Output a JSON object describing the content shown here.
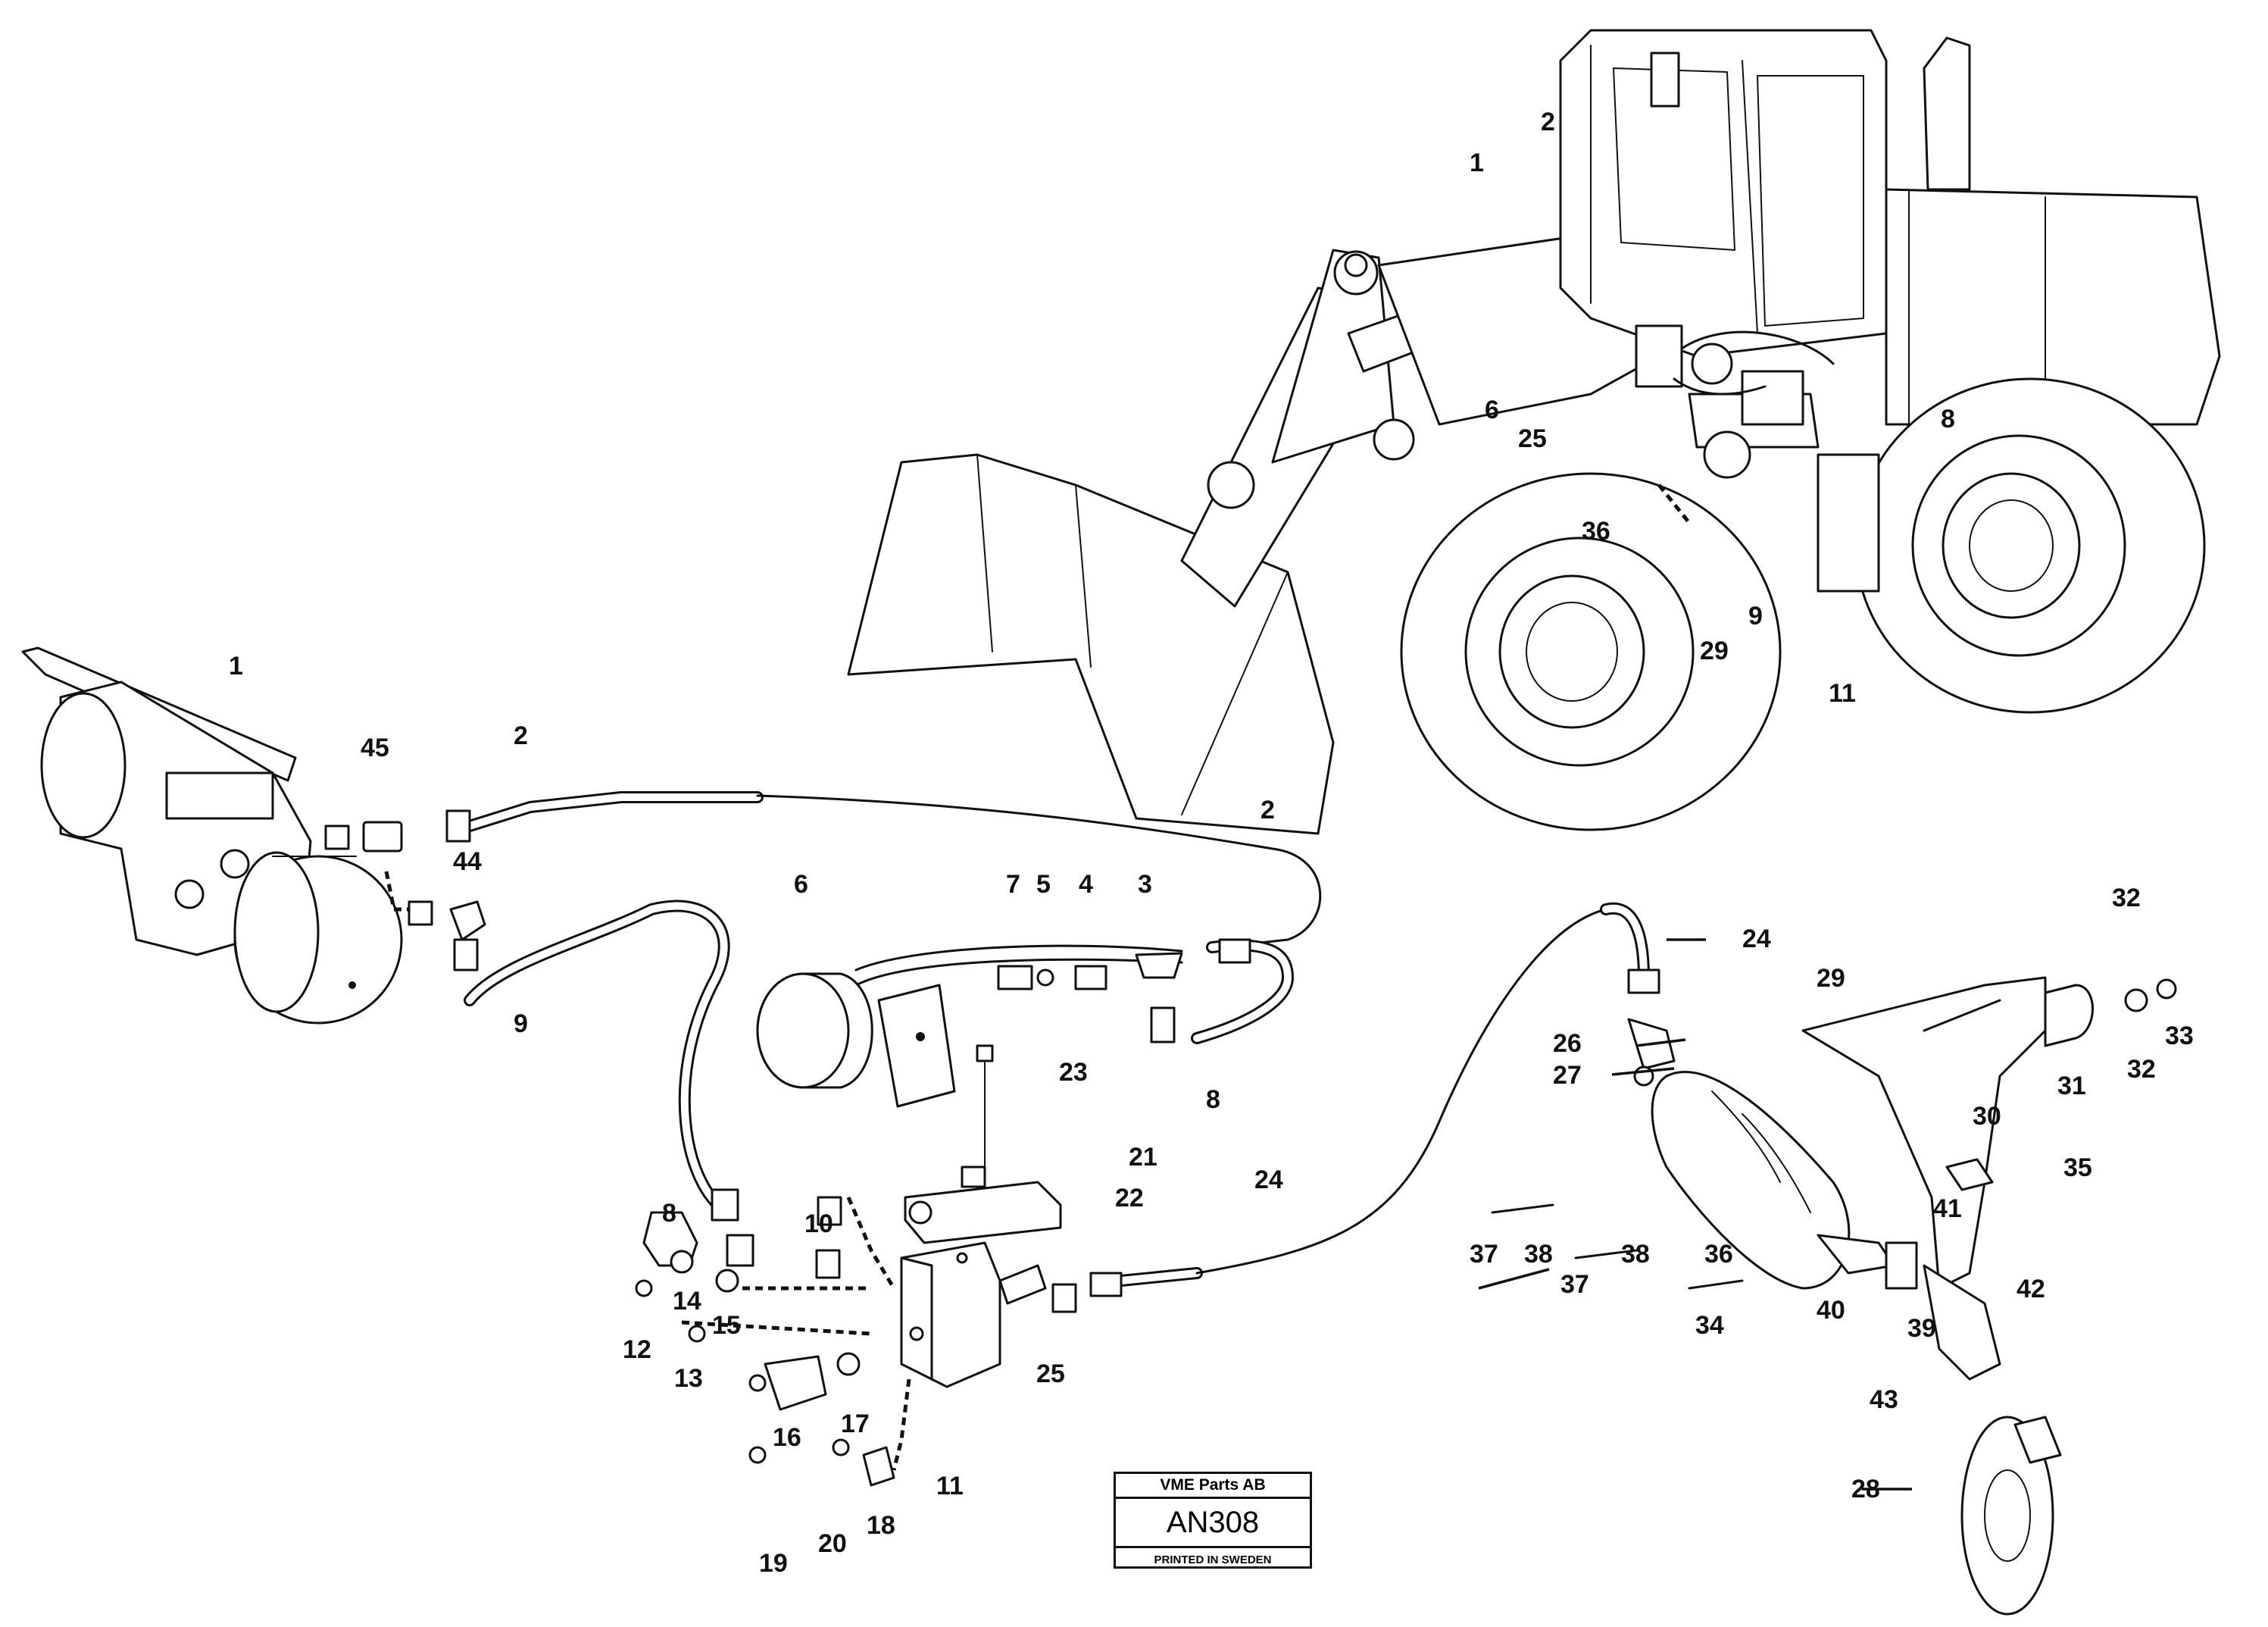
{
  "labels": {
    "inset": {
      "l1": "1",
      "l2": "2",
      "l6": "6",
      "l8": "8",
      "l25": "25",
      "l36": "36",
      "l29": "29",
      "l9": "9",
      "l11": "11"
    },
    "main": {
      "l1": "1",
      "l45": "45",
      "l2a": "2",
      "l2b": "2",
      "l44": "44",
      "l9": "9",
      "l6": "6",
      "l7": "7",
      "l5": "5",
      "l4": "4",
      "l3": "3",
      "l8a": "8",
      "l23": "23",
      "l21": "21",
      "l22": "22",
      "l8b": "8",
      "l10": "10",
      "l24a": "24",
      "l24b": "24",
      "l14": "14",
      "l15": "15",
      "l12": "12",
      "l13": "13",
      "l16": "16",
      "l17": "17",
      "l11": "11",
      "l25": "25",
      "l19": "19",
      "l20": "20",
      "l18": "18",
      "l26": "26",
      "l27": "27",
      "l29": "29",
      "l32a": "32",
      "l32b": "32",
      "l33": "33",
      "l30": "30",
      "l31": "31",
      "l35": "35",
      "l37a": "37",
      "l38a": "38",
      "l37b": "37",
      "l38b": "38",
      "l36": "36",
      "l41": "41",
      "l34": "34",
      "l40": "40",
      "l39": "39",
      "l42": "42",
      "l43": "43",
      "l28": "28"
    }
  },
  "stamp": {
    "company": "VME Parts AB",
    "code": "AN308",
    "printed": "PRINTED IN SWEDEN"
  }
}
